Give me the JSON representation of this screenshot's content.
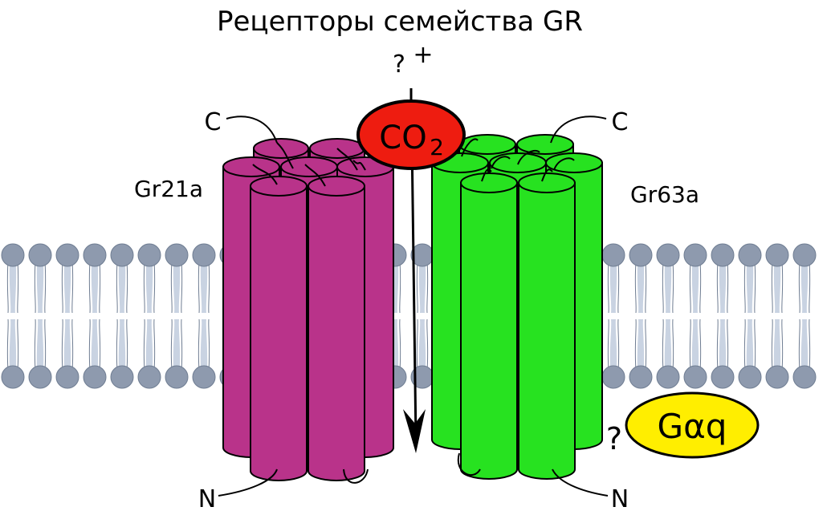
{
  "title": "Рецепторы семейства GR",
  "receptor_left": {
    "name": "Gr21a",
    "c_label": "C",
    "n_label": "N"
  },
  "receptor_right": {
    "name": "Gr63a",
    "c_label": "C",
    "n_label": "N"
  },
  "ligand": {
    "label": "CO",
    "subscript": "2"
  },
  "question_plus": {
    "q": "?",
    "plus": "+"
  },
  "g_protein": {
    "label": "Gαq",
    "question": "?"
  },
  "colors": {
    "left_receptor": "#b9338a",
    "right_receptor": "#27e220",
    "co2": "#ee1c10",
    "g_protein": "#ffee00",
    "lipid_head": "#8e9aae",
    "lipid_tail": "#c9d3e2"
  }
}
